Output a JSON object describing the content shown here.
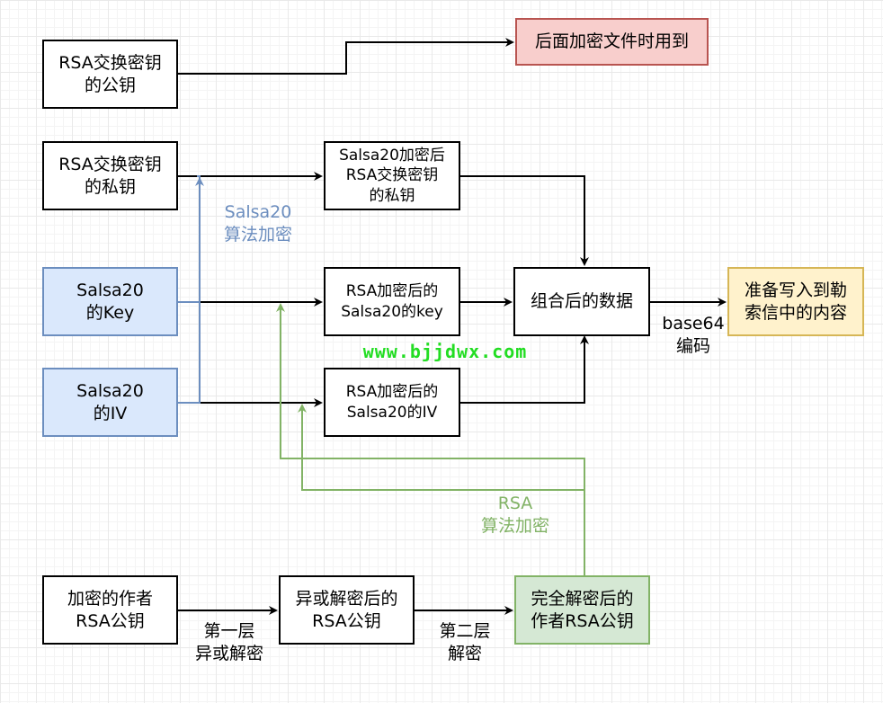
{
  "nodes": {
    "rsa_pub": "RSA交换密钥\n的公钥",
    "later_use": "后面加密文件时用到",
    "rsa_priv": "RSA交换密钥\n的私钥",
    "enc_priv": "Salsa20加密后\nRSA交换密钥\n的私钥",
    "salsa_key": "Salsa20\n的Key",
    "enc_key": "RSA加密后的\nSalsa20的key",
    "combined": "组合后的数据",
    "ransom_content": "准备写入到勒\n索信中的内容",
    "salsa_iv": "Salsa20\n的IV",
    "enc_iv": "RSA加密后的\nSalsa20的IV",
    "author_pub": "加密的作者\nRSA公钥",
    "xor_dec_pub": "异或解密后的\nRSA公钥",
    "full_dec_pub": "完全解密后的\n作者RSA公钥"
  },
  "labels": {
    "salsa_algo": "Salsa20\n算法加密",
    "base64": "base64\n编码",
    "watermark": "www.bjjdwx.com",
    "rsa_algo": "RSA\n算法加密",
    "layer1": "第一层\n异或解密",
    "layer2": "第二层\n解密"
  },
  "colors": {
    "blue_fill": "#dae8fc",
    "blue_stroke": "#6c8ebf",
    "green_fill": "#d5e8d4",
    "green_stroke": "#82b366",
    "red_fill": "#f8cecc",
    "yellow_fill": "#fff2cc",
    "watermark": "#22dd22"
  }
}
